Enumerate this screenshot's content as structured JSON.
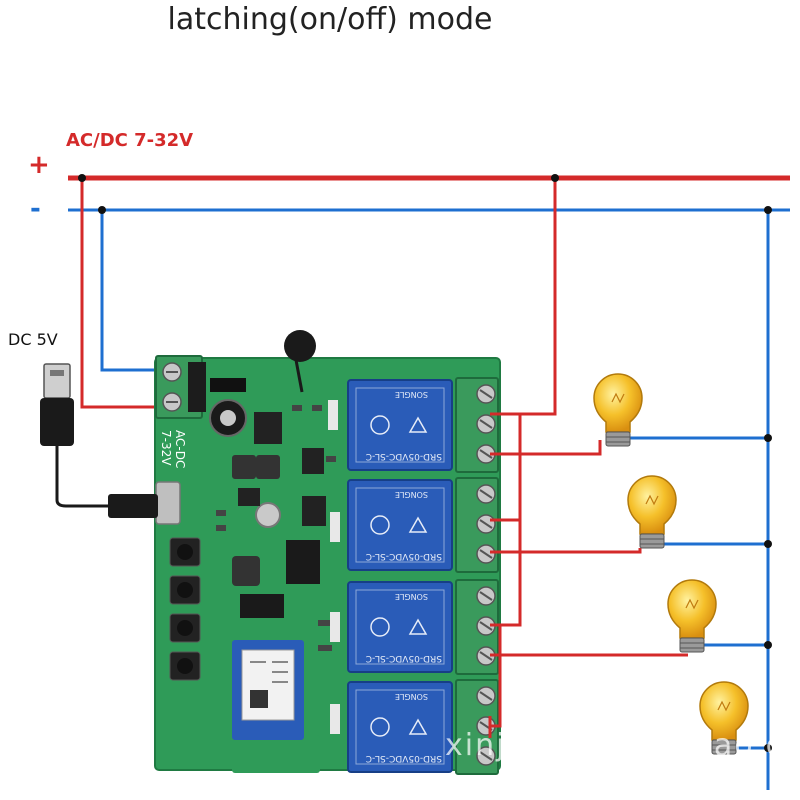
{
  "title": "latching(on/off) mode",
  "supply_label": "AC/DC 7-32V",
  "plus_sign": "+",
  "minus_sign": "-",
  "usb_label": "DC 5V",
  "terminal_label": "AC-DC\n7-32V",
  "relay_text": "SRD-05VDC-SL-C",
  "relay_brand": "SONGLE",
  "watermark": "xinjiuwang.taobao.com",
  "colors": {
    "positive_wire": "#d42a2a",
    "negative_wire": "#1e6fd0",
    "pcb": "#2f9b58",
    "relay": "#2a5cb8",
    "terminal": "#3a9a5c",
    "bulb": "#f2b41e"
  },
  "relays": [
    {
      "id": "relay-1"
    },
    {
      "id": "relay-2"
    },
    {
      "id": "relay-3"
    },
    {
      "id": "relay-4"
    }
  ],
  "bulbs": [
    {
      "id": "bulb-1"
    },
    {
      "id": "bulb-2"
    },
    {
      "id": "bulb-3"
    },
    {
      "id": "bulb-4"
    }
  ]
}
